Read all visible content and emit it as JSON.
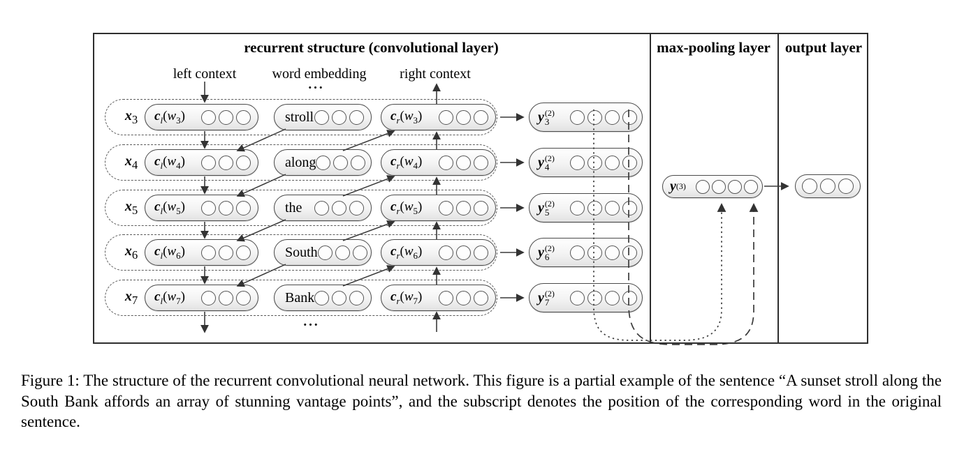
{
  "figure": {
    "panels": {
      "recurrent_title": "recurrent structure (convolutional layer)",
      "maxpool_title": "max-pooling layer",
      "output_title": "output layer"
    },
    "columns": {
      "left": "left context",
      "embedding": "word embedding",
      "right": "right context"
    },
    "ellipsis": "...",
    "sym": {
      "x": "x",
      "c": "c",
      "w": "w",
      "y": "y",
      "l": "l",
      "r": "r",
      "open": "(",
      "close": ")",
      "sup2": "(2)",
      "sup3": "(3)"
    },
    "rows": [
      {
        "index": "3",
        "word": "stroll"
      },
      {
        "index": "4",
        "word": "along"
      },
      {
        "index": "5",
        "word": "the"
      },
      {
        "index": "6",
        "word": "South"
      },
      {
        "index": "7",
        "word": "Bank"
      }
    ],
    "colors": {
      "ink": "#2e2e2e",
      "pill_border": "#4a4a4a",
      "pill_fill_top": "#ffffff",
      "pill_fill_bottom": "#e2e2e2"
    }
  },
  "caption": {
    "text": "Figure 1: The structure of the recurrent convolutional neural network. This figure is a partial example of the sentence “A sunset stroll along the South Bank affords an array of stunning vantage points”, and the subscript denotes the position of the corresponding word in the original sentence."
  }
}
